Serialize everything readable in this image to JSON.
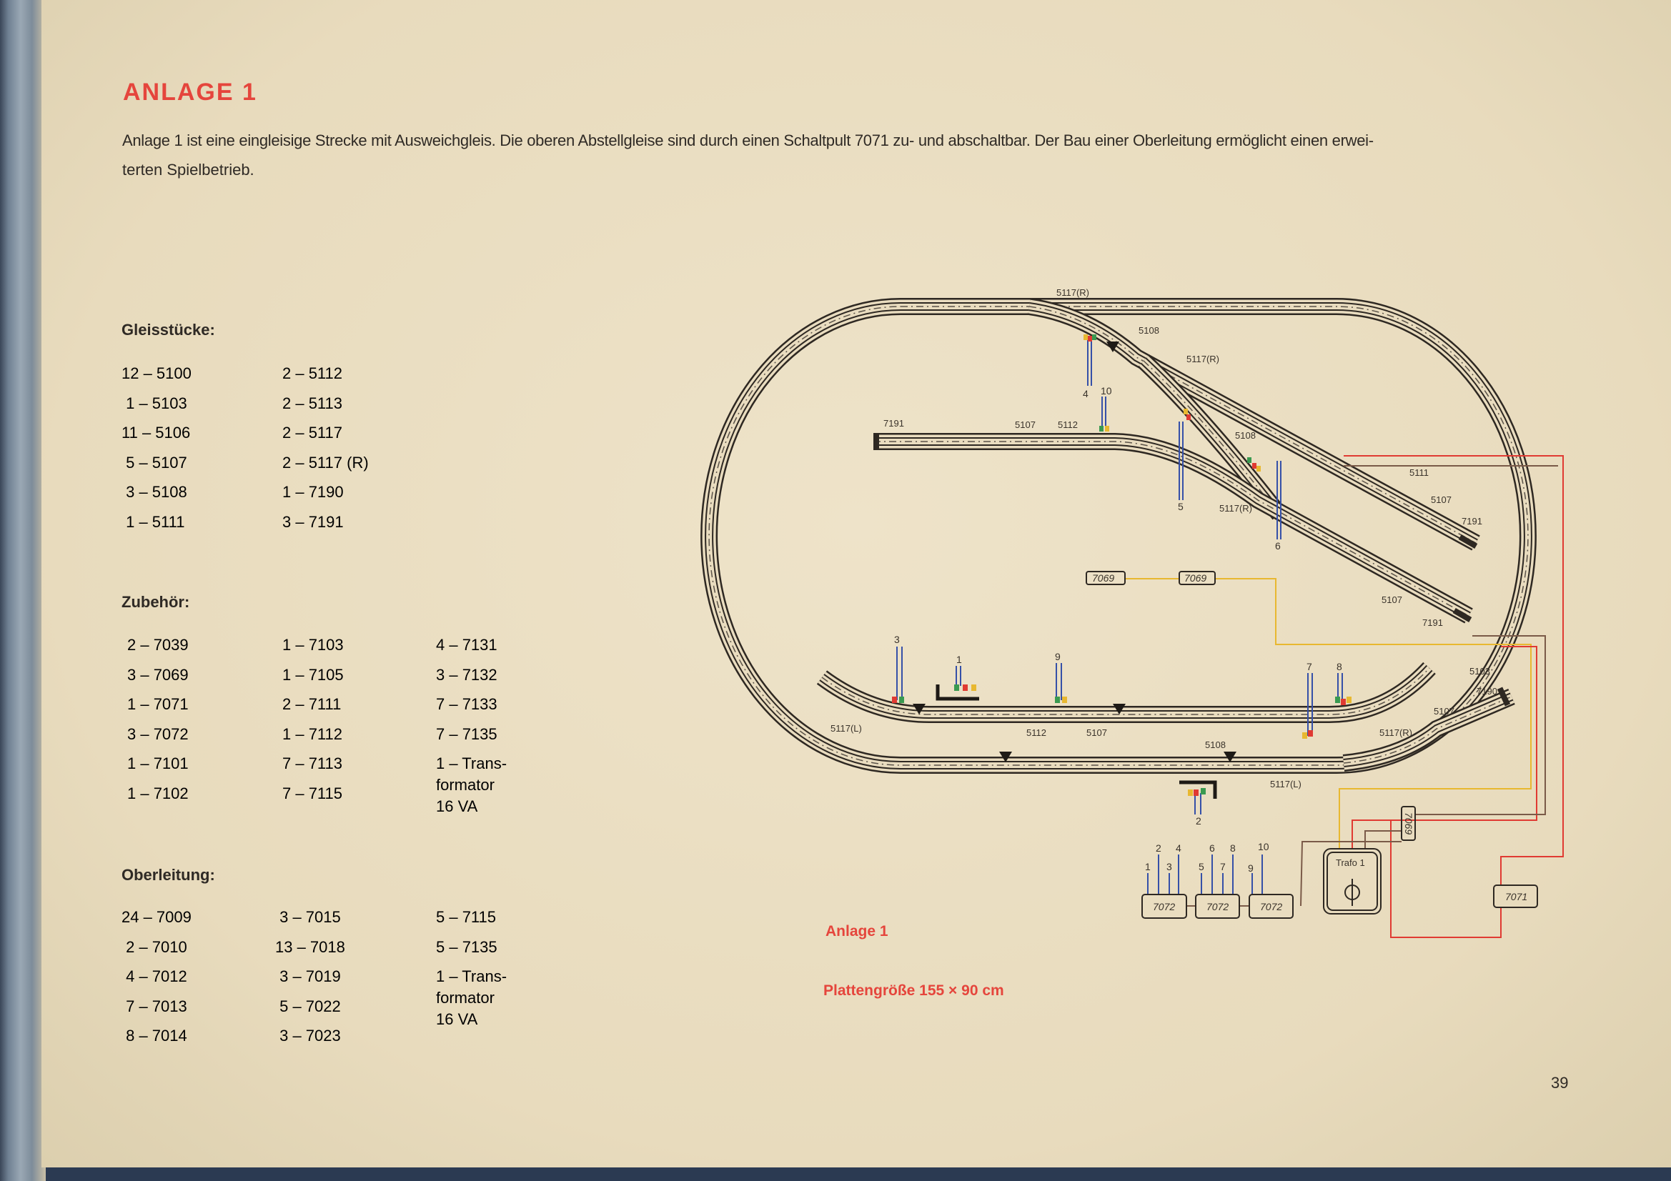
{
  "title": "ANLAGE 1",
  "intro_lines": [
    "Anlage 1 ist eine eingleisige Strecke mit Ausweichgleis. Die oberen Abstellgleise sind durch einen Schaltpult 7071 zu- und abschaltbar. Der Bau einer Oberleitung ermöglicht einen erwei-",
    "terten Spielbetrieb."
  ],
  "gleisstuecke": {
    "heading": "Gleisstücke:",
    "col1": [
      "12 – 5100",
      " 1 – 5103",
      "11 – 5106",
      " 5 – 5107",
      " 3 – 5108",
      " 1 – 5111"
    ],
    "col2": [
      "2 – 5112",
      "2 – 5113",
      "2 – 5117",
      "2 – 5117 (R)",
      "1 – 7190",
      "3 – 7191"
    ]
  },
  "zubehoer": {
    "heading": "Zubehör:",
    "col1": [
      "2 – 7039",
      "3 – 7069",
      "1 – 7071",
      "3 – 7072",
      "1 – 7101",
      "1 – 7102"
    ],
    "col2": [
      "1 – 7103",
      "1 – 7105",
      "2 – 7111",
      "1 – 7112",
      "7 – 7113",
      "7 – 7115"
    ],
    "col3": [
      "4 – 7131",
      "3 – 7132",
      "7 – 7133",
      "7 – 7135",
      "1 – Trans-\nformator\n16 VA"
    ]
  },
  "oberleitung": {
    "heading": "Oberleitung:",
    "col1": [
      "24 – 7009",
      " 2 – 7010",
      " 4 – 7012",
      " 7 – 7013",
      " 8 – 7014"
    ],
    "col2": [
      " 3 – 7015",
      "13 – 7018",
      " 3 – 7019",
      " 5 – 7022",
      " 3 – 7023"
    ],
    "col3": [
      "5 – 7115",
      "5 – 7135",
      "1 – Trans-\nformator\n16 VA"
    ]
  },
  "diagram": {
    "caption": "Anlage 1",
    "board_size": "Plattengröße 155 × 90 cm",
    "track_labels": [
      "5117(R)",
      "5108",
      "5117(R)",
      "7191",
      "5107",
      "5112",
      "5108",
      "5117(R)",
      "5111",
      "5107",
      "7191",
      "5107",
      "7191",
      "5103",
      "7190",
      "5107",
      "5117(R)",
      "5117(L)",
      "5112",
      "5107",
      "5108",
      "5117(L)"
    ],
    "signal_numbers": [
      "4",
      "10",
      "5",
      "6",
      "3",
      "1",
      "9",
      "7",
      "8",
      "2"
    ],
    "panel_numbers": [
      "1",
      "2",
      "3",
      "4",
      "5",
      "6",
      "7",
      "8",
      "9",
      "10"
    ],
    "boxes": {
      "relay_a": "7069",
      "relay_b": "7069",
      "relay_c": "7069",
      "panel_1": "7072",
      "panel_2": "7072",
      "panel_3": "7072",
      "switch_panel": "7071",
      "trafo": "Trafo 1"
    },
    "colors": {
      "red_wire": "#e03a32",
      "yellow_wire": "#e8b830",
      "brown_wire": "#7a5a48",
      "blue_wire": "#3550a8",
      "track": "#2e2822"
    }
  },
  "page_number": "39"
}
